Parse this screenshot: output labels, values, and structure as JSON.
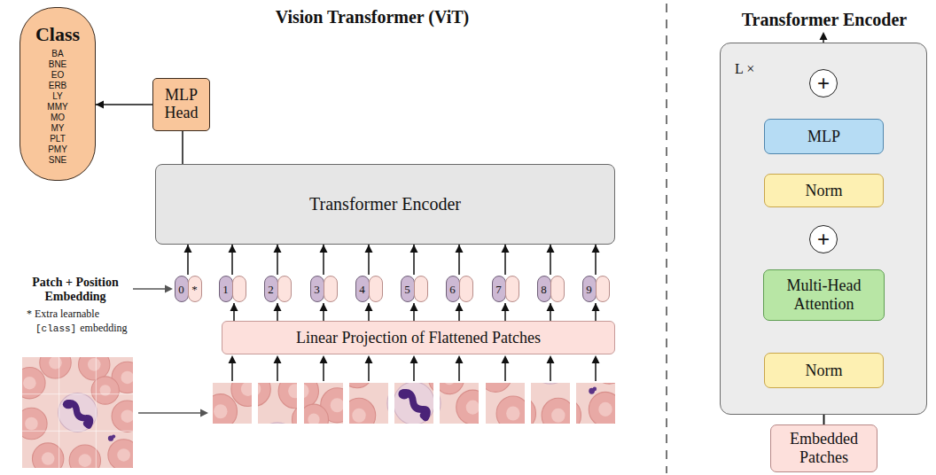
{
  "diagram": {
    "title": "Vision Transformer (ViT)",
    "nodes": [
      {
        "text": [
          "Class",
          "BA",
          "BNE",
          "EO",
          "ERB",
          "LY",
          "MMY",
          "MO",
          "MY",
          "PLT",
          "PMY",
          "SNE"
        ]
      },
      {
        "text": [
          "MLP Head"
        ]
      },
      {
        "text": [
          "Transformer Encoder"
        ]
      },
      {
        "text": [
          "0",
          "*"
        ]
      },
      {
        "text": [
          "1"
        ]
      },
      {
        "text": [
          "2"
        ]
      },
      {
        "text": [
          "3"
        ]
      },
      {
        "text": [
          "4"
        ]
      },
      {
        "text": [
          "5"
        ]
      },
      {
        "text": [
          "6"
        ]
      },
      {
        "text": [
          "7"
        ]
      },
      {
        "text": [
          "8"
        ]
      },
      {
        "text": [
          "9"
        ]
      },
      {
        "text": [
          "Linear Projection of Flattened Patches"
        ]
      },
      {
        "text": [
          "Transformer Encoder",
          "L ×"
        ]
      },
      {
        "text": [
          "+"
        ],
        "in": 14
      },
      {
        "text": [
          "MLP"
        ],
        "in": 14
      },
      {
        "text": [
          "Norm"
        ],
        "in": 14
      },
      {
        "text": [
          "+"
        ],
        "in": 14
      },
      {
        "text": [
          "Multi-Head Attention"
        ],
        "in": 14
      },
      {
        "text": [
          "Norm"
        ],
        "in": 14
      },
      {
        "text": [
          "Embedded Patches"
        ]
      }
    ],
    "edges": [
      {
        "from": 2,
        "to": 1,
        "arrow": "none"
      },
      {
        "from": 1,
        "to": 0,
        "arrow": "to"
      },
      {
        "from": 3,
        "to": 2,
        "arrow": "to"
      },
      {
        "from": 4,
        "to": 2,
        "arrow": "to"
      },
      {
        "from": 5,
        "to": 2,
        "arrow": "to"
      },
      {
        "from": 6,
        "to": 2,
        "arrow": "to"
      },
      {
        "from": 7,
        "to": 2,
        "arrow": "to"
      },
      {
        "from": 8,
        "to": 2,
        "arrow": "to"
      },
      {
        "from": 9,
        "to": 2,
        "arrow": "to"
      },
      {
        "from": 10,
        "to": 2,
        "arrow": "to"
      },
      {
        "from": 11,
        "to": 2,
        "arrow": "to"
      },
      {
        "from": 12,
        "to": 2,
        "arrow": "to"
      },
      {
        "from": 13,
        "to": 4,
        "arrow": "to"
      },
      {
        "from": 13,
        "to": 5,
        "arrow": "to"
      },
      {
        "from": 13,
        "to": 6,
        "arrow": "to"
      },
      {
        "from": 13,
        "to": 7,
        "arrow": "to"
      },
      {
        "from": 13,
        "to": 8,
        "arrow": "to"
      },
      {
        "from": 13,
        "to": 9,
        "arrow": "to"
      },
      {
        "from": 13,
        "to": 10,
        "arrow": "to"
      },
      {
        "from": 13,
        "to": 11,
        "arrow": "to"
      },
      {
        "from": 13,
        "to": 12,
        "arrow": "to"
      },
      {
        "from": 21,
        "to": 20,
        "arrow": "to"
      },
      {
        "from": 21,
        "to": 18,
        "arrow": "to"
      },
      {
        "from": 20,
        "to": 19,
        "arrow": "to"
      },
      {
        "from": 19,
        "to": 18,
        "arrow": "to"
      },
      {
        "from": 18,
        "to": 17,
        "arrow": "to"
      },
      {
        "from": 17,
        "to": 16,
        "arrow": "to"
      },
      {
        "from": 16,
        "to": 15,
        "arrow": "to"
      },
      {
        "from": 18,
        "to": 15,
        "arrow": "to"
      }
    ],
    "labels": [
      "Patch + Position Embedding",
      "* Extra learnable",
      "[class]",
      "embedding"
    ]
  }
}
